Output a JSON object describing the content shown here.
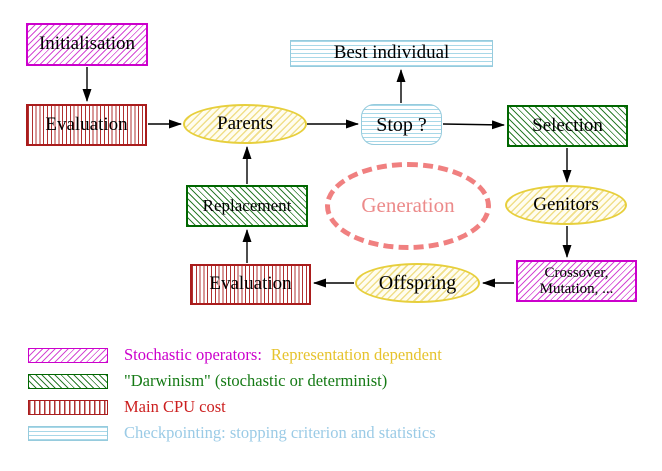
{
  "diagram": {
    "nodes": {
      "initialisation": {
        "label": "Initialisation"
      },
      "evaluation_top": {
        "label": "Evaluation"
      },
      "parents": {
        "label": "Parents"
      },
      "best_individual": {
        "label": "Best individual"
      },
      "stop": {
        "label": "Stop ?"
      },
      "selection": {
        "label": "Selection"
      },
      "replacement": {
        "label": "Replacement"
      },
      "generation": {
        "label": "Generation"
      },
      "genitors": {
        "label": "Genitors"
      },
      "evaluation_bottom": {
        "label": "Evaluation"
      },
      "offspring": {
        "label": "Offspring"
      },
      "crossover_mutation": {
        "line1": "Crossover,",
        "line2": "Mutation, ..."
      }
    },
    "colors": {
      "stochastic_magenta": "#cc00cc",
      "darwinism_green": "#006600",
      "cpu_red": "#aa1c1c",
      "checkpoint_cyan": "#a8d8e8",
      "operator_yellow": "#e7cf3c",
      "generation_coral": "#f08080",
      "arrow_black": "#000000"
    }
  },
  "legend": {
    "row1": {
      "label": "Stochastic operators:",
      "label2": "Representation dependent"
    },
    "row2": {
      "label": "\"Darwinism\" (stochastic or determinist)"
    },
    "row3": {
      "label": "Main CPU cost"
    },
    "row4": {
      "label": "Checkpointing: stopping criterion and statistics"
    }
  }
}
